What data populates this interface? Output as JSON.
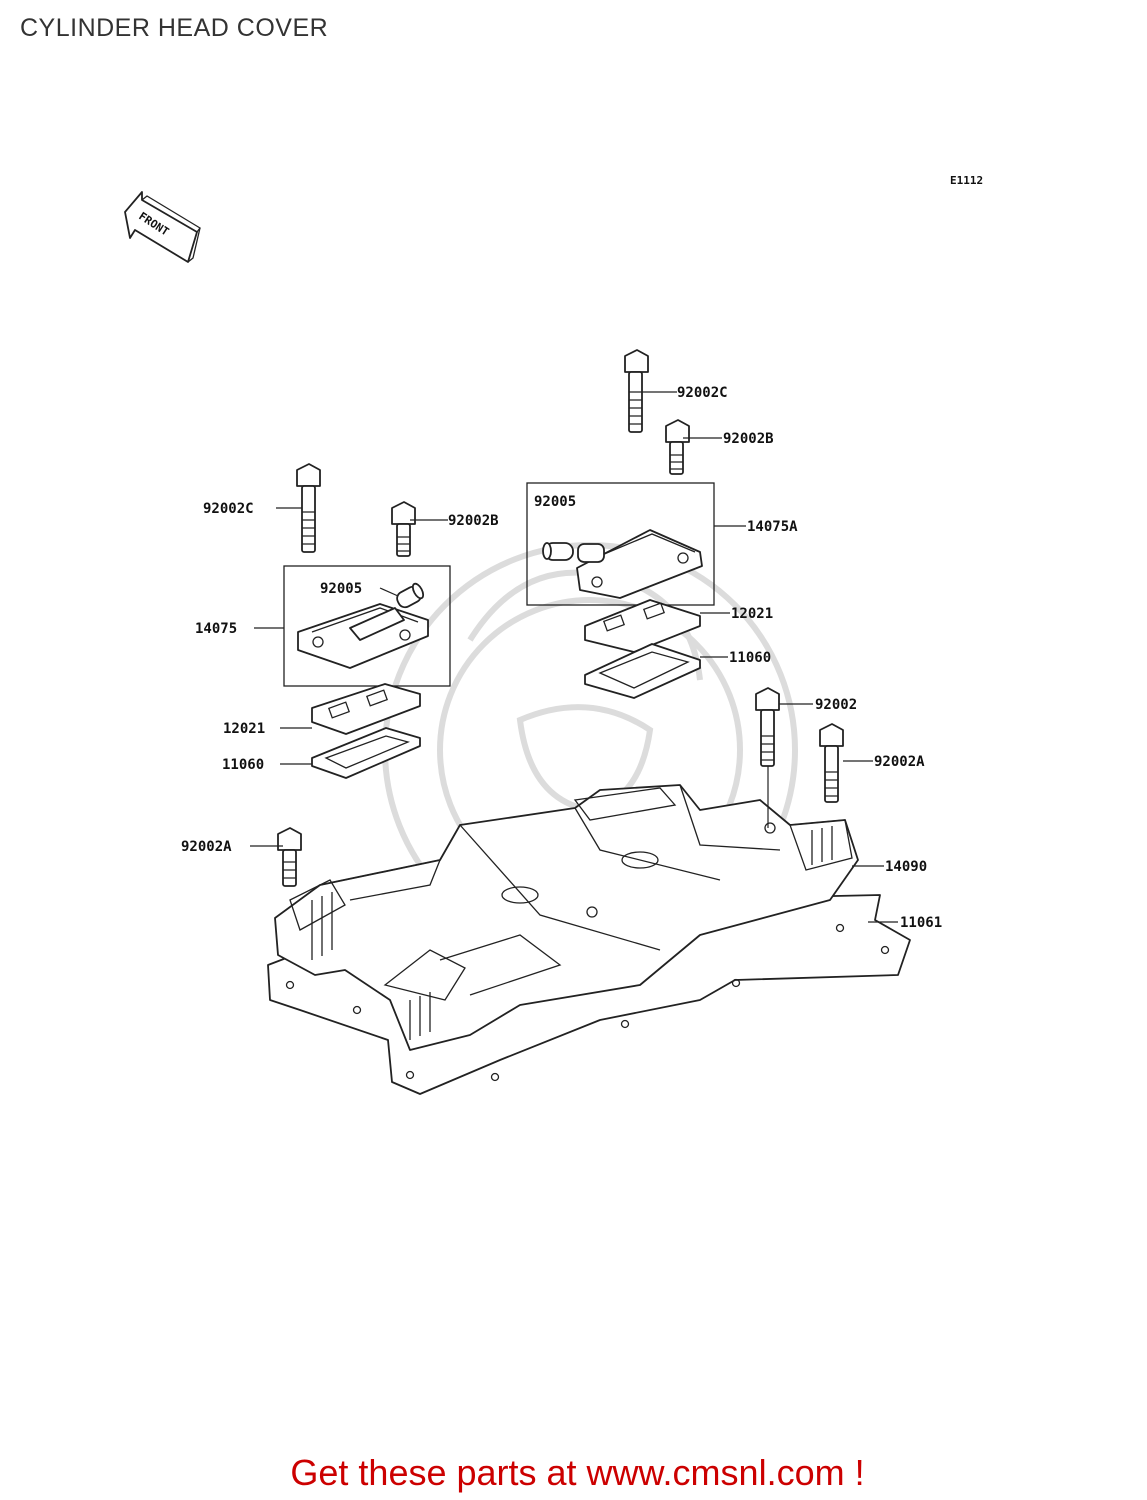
{
  "page": {
    "title": "CYLINDER HEAD COVER",
    "footer": "Get these parts at www.cmsnl.com !"
  },
  "diagram": {
    "code": "E1112",
    "front_marker": "FRONT",
    "callouts": [
      {
        "id": "c1",
        "label": "92002C"
      },
      {
        "id": "c2",
        "label": "92002B"
      },
      {
        "id": "c3",
        "label": "92005"
      },
      {
        "id": "c4",
        "label": "14075A"
      },
      {
        "id": "c5",
        "label": "12021"
      },
      {
        "id": "c6",
        "label": "11060"
      },
      {
        "id": "c7",
        "label": "92002C"
      },
      {
        "id": "c8",
        "label": "92002B"
      },
      {
        "id": "c9",
        "label": "92005"
      },
      {
        "id": "c10",
        "label": "14075"
      },
      {
        "id": "c11",
        "label": "12021"
      },
      {
        "id": "c12",
        "label": "11060"
      },
      {
        "id": "c13",
        "label": "92002"
      },
      {
        "id": "c14",
        "label": "92002A"
      },
      {
        "id": "c15",
        "label": "92002A"
      },
      {
        "id": "c16",
        "label": "14090"
      },
      {
        "id": "c17",
        "label": "11061"
      }
    ]
  }
}
